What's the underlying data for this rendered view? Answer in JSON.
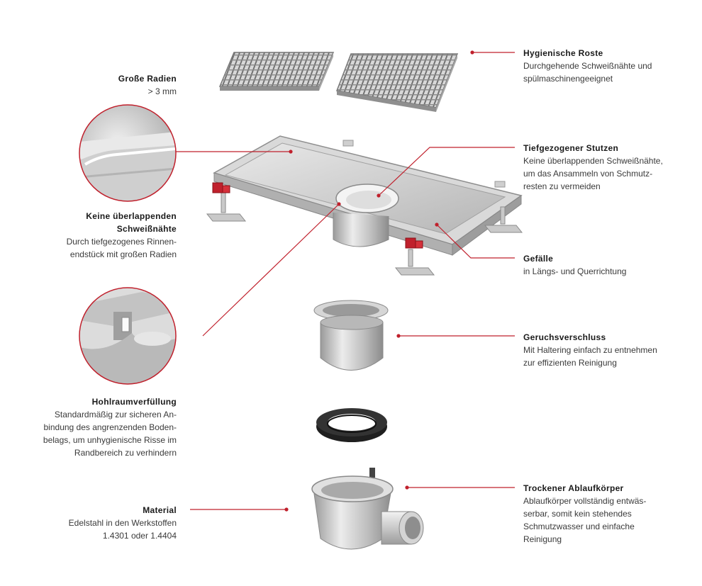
{
  "accent_color": "#c0202c",
  "callouts": [
    {
      "title": "Große Radien",
      "body": "> 3 mm"
    },
    {
      "title": "Keine überlappenden\nSchweißnähte",
      "body": "Durch tiefgezogenes Rinnen-\nendstück mit großen Radien"
    },
    {
      "title": "Hohlraumverfüllung",
      "body": "Standardmäßig zur sicheren An-\nbindung des angrenzenden Boden-\nbelags, um unhygienische Risse im\nRandbereich zu verhindern"
    },
    {
      "title": "Material",
      "body": "Edelstahl in den Werkstoffen\n1.4301 oder 1.4404"
    },
    {
      "title": "Hygienische Roste",
      "body": "Durchgehende Schweißnähte und\nspülmaschinengeeignet"
    },
    {
      "title": "Tiefgezogener Stutzen",
      "body": "Keine überlappenden Schweißnähte,\num das Ansammeln von Schmutz-\nresten zu vermeiden"
    },
    {
      "title": "Gefälle",
      "body": "in Längs- und Querrichtung"
    },
    {
      "title": "Geruchsverschluss",
      "body": "Mit Haltering einfach zu entnehmen\nzur effizienten Reinigung"
    },
    {
      "title": "Trockener Ablaufkörper",
      "body": "Ablaufkörper vollständig entwäs-\nserbar, somit kein stehendes\nSchmutzwasser und einfache\nReinigung"
    }
  ]
}
